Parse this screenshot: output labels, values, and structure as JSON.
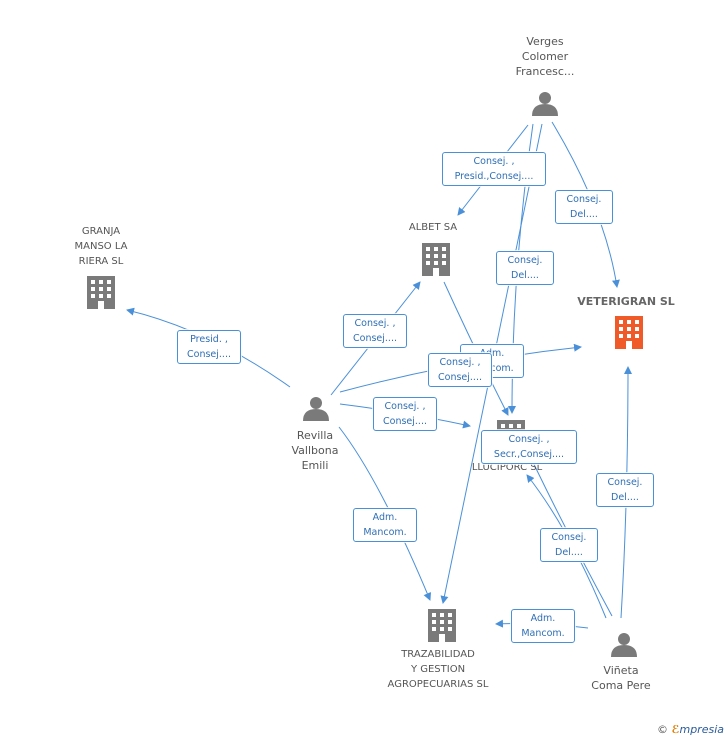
{
  "nodes": {
    "verges": [
      "Verges",
      "Colomer",
      "Francesc..."
    ],
    "albet": [
      "ALBET SA"
    ],
    "granja": [
      "GRANJA",
      "MANSO LA",
      "RIERA SL"
    ],
    "veterigran": [
      "VETERIGRAN SL"
    ],
    "revilla": [
      "Revilla",
      "Vallbona",
      "Emili"
    ],
    "lluciporc": [
      "LLUCIPORC SL"
    ],
    "trazabilidad": [
      "TRAZABILIDAD",
      "Y GESTION",
      "AGROPECUARIAS SL"
    ],
    "vineta": [
      "Viñeta",
      "Coma Pere"
    ]
  },
  "edge_labels": {
    "verges_albet": [
      "Consej. ,",
      "Presid.,Consej...."
    ],
    "verges_veterigran": [
      "Consej.",
      "Del...."
    ],
    "verges_trazab": [
      "Consej.",
      "Del...."
    ],
    "revilla_granja": [
      "Presid. ,",
      "Consej...."
    ],
    "revilla_albet": [
      "Consej. ,",
      "Consej...."
    ],
    "albet_adm": [
      "Adm.",
      "Mancom."
    ],
    "revilla_veterigran": [
      "Consej. ,",
      "Consej...."
    ],
    "revilla_lluciporc": [
      "Consej. ,",
      "Consej...."
    ],
    "verges_lluciporc": [
      "Consej. ,",
      "Secr.,Consej...."
    ],
    "vineta_veterigran": [
      "Consej.",
      "Del...."
    ],
    "revilla_trazab": [
      "Adm.",
      "Mancom."
    ],
    "vineta_lluciporc": [
      "Consej.",
      "Del...."
    ],
    "vineta_trazab": [
      "Adm.",
      "Mancom."
    ]
  },
  "footer": {
    "copyright": "©",
    "brand_e": "ℰ",
    "brand_rest": "mpresia"
  },
  "colors": {
    "edge": "#4a90d9",
    "person": "#7a7a7a",
    "company": "#7a7a7a",
    "main_company": "#f05a28"
  }
}
